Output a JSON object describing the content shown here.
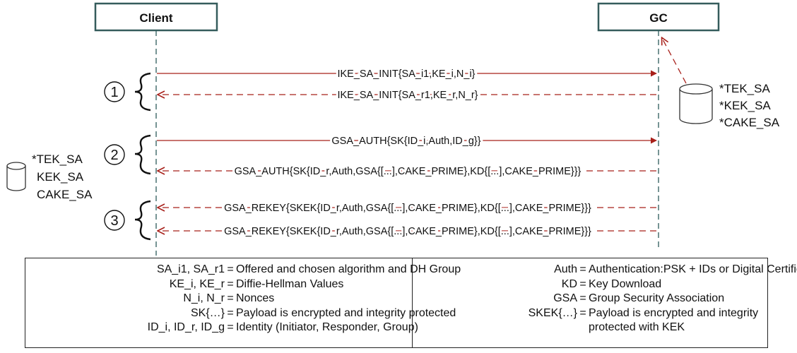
{
  "participants": {
    "client": "Client",
    "gc": "GC"
  },
  "phases": [
    "1",
    "2",
    "3"
  ],
  "messages": [
    {
      "label": "IKE_SA_INIT{SA_i1,KE_i,N_i}",
      "direction": "to-gc",
      "style": "solid"
    },
    {
      "label": "IKE_SA_INIT{SA_r1,KE_r,N_r}",
      "direction": "to-client",
      "style": "dashed"
    },
    {
      "label": "GSA_AUTH{SK{ID_i,Auth,ID_g}}",
      "direction": "to-gc",
      "style": "solid"
    },
    {
      "label": "GSA_AUTH{SK{ID_r,Auth,GSA{[...],CAKE_PRIME},KD{[...],CAKE_PRIME}}}",
      "direction": "to-client",
      "style": "dashed"
    },
    {
      "label": "GSA_REKEY{SKEK{ID_r,Auth,GSA{[...],CAKE_PRIME},KD{[...],CAKE_PRIME}}}",
      "direction": "to-client",
      "style": "dashed"
    },
    {
      "label": "GSA_REKEY{SKEK{ID_r,Auth,GSA{[...],CAKE_PRIME},KD{[...],CAKE_PRIME}}}",
      "direction": "to-client",
      "style": "dashed"
    }
  ],
  "gc_store": [
    "*TEK_SA",
    "*KEK_SA",
    "*CAKE_SA"
  ],
  "client_store": [
    "*TEK_SA",
    "KEK_SA",
    "CAKE_SA"
  ],
  "legend": {
    "left": [
      {
        "term": "SA_i1, SA_r1",
        "def": "Offered and chosen algorithm and DH Group"
      },
      {
        "term": "KE_i, KE_r",
        "def": "Diffie-Hellman Values"
      },
      {
        "term": "N_i, N_r",
        "def": "Nonces"
      },
      {
        "term": "SK{…}",
        "def": "Payload is encrypted and integrity protected"
      },
      {
        "term": "ID_i, ID_r, ID_g",
        "def": "Identity (Initiator, Responder, Group)"
      }
    ],
    "right": [
      {
        "term": "Auth",
        "def": "Authentication:PSK + IDs or Digital Certificate"
      },
      {
        "term": "KD",
        "def": "Key Download"
      },
      {
        "term": "GSA",
        "def": "Group Security Association"
      },
      {
        "term": "SKEK{…}",
        "def": "Payload is encrypted and integrity",
        "cont": "protected with KEK"
      }
    ]
  },
  "colors": {
    "message": "#a8201a",
    "lifeline": "#2c5a5a",
    "box_border": "#355c5c",
    "text": "#111111"
  }
}
